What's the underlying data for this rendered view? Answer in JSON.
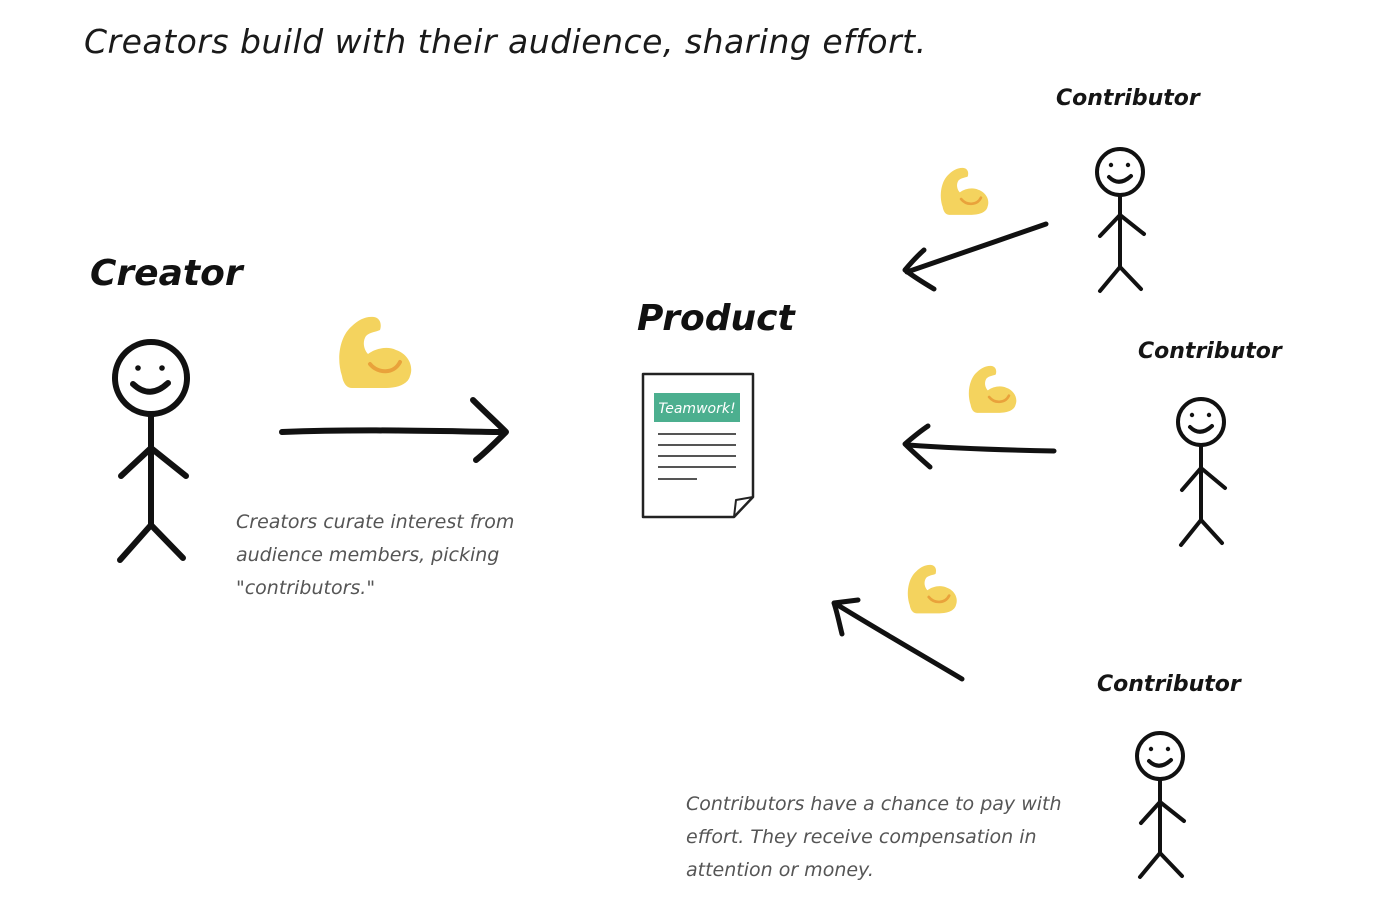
{
  "headline": "Creators build with their audience, sharing effort.",
  "creator": {
    "label": "Creator",
    "note_lines": [
      "Creators curate interest from",
      "audience members, picking",
      "\"contributors.\""
    ]
  },
  "product": {
    "label": "Product",
    "doc_heading": "Teamwork!"
  },
  "contributors": [
    {
      "label": "Contributor"
    },
    {
      "label": "Contributor"
    },
    {
      "label": "Contributor"
    }
  ],
  "contributor_note_lines": [
    "Contributors have a chance to pay with",
    "effort. They receive compensation in",
    "attention or money."
  ],
  "icons": {
    "effort": "flexed-biceps-icon",
    "figure": "stick-figure-icon",
    "document": "document-icon"
  },
  "colors": {
    "ink": "#111111",
    "note_text": "#555555",
    "doc_heading_bg": "#4caf8f",
    "emoji_fill": "#f4d35e",
    "emoji_line": "#e9a23b"
  }
}
